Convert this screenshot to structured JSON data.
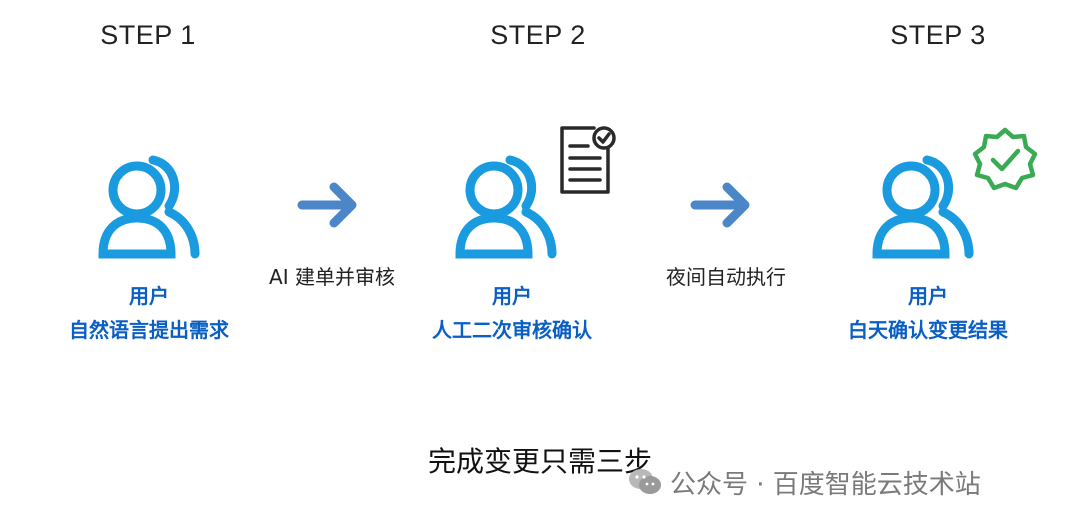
{
  "steps": [
    {
      "title": "STEP 1",
      "actor": "用户",
      "action": "自然语言提出需求"
    },
    {
      "title": "STEP 2",
      "actor": "用户",
      "action": "人工二次审核确认"
    },
    {
      "title": "STEP 3",
      "actor": "用户",
      "action": "白天确认变更结果"
    }
  ],
  "transitions": [
    {
      "label": "AI 建单并审核"
    },
    {
      "label": "夜间自动执行"
    }
  ],
  "caption": "完成变更只需三步",
  "watermark": "公众号 · 百度智能云技术站",
  "icons": {
    "user": "user-group-icon",
    "arrow": "arrow-right-icon",
    "document": "document-check-icon",
    "badge": "verified-badge-icon",
    "wechat": "wechat-icon"
  },
  "colors": {
    "user_icon": "#1a9be0",
    "arrow": "#4a86c8",
    "label": "#0a5fc4",
    "badge": "#3aaa55",
    "document": "#2a2a2a"
  }
}
